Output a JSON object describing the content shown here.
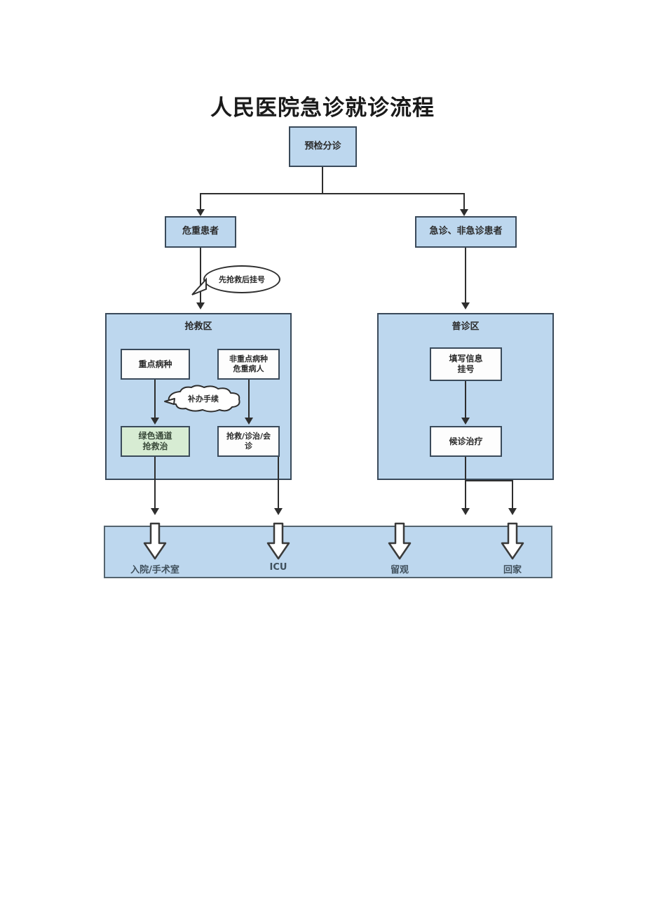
{
  "page": {
    "title": "人民医院急诊就诊流程",
    "background": "#ffffff"
  },
  "colors": {
    "box_blue": "#bdd7ee",
    "box_green": "#d7ecd3",
    "box_white": "#fdfdfd",
    "border": "#3a4a5a",
    "line": "#2e2e2e"
  },
  "chart_data": {
    "type": "diagram",
    "title": "人民医院急诊就诊流程",
    "nodes": [
      {
        "id": "triage",
        "label": "预检分诊",
        "fill": "#bdd7ee"
      },
      {
        "id": "critical",
        "label": "危重患者",
        "fill": "#bdd7ee"
      },
      {
        "id": "general",
        "label": "急诊、非急诊患者",
        "fill": "#bdd7ee"
      },
      {
        "id": "zone_rescue",
        "label": "抢救区",
        "fill": "#bdd7ee"
      },
      {
        "id": "zone_clinic",
        "label": "普诊区",
        "fill": "#bdd7ee"
      },
      {
        "id": "key_disease",
        "label": "重点病种",
        "fill": "#fdfdfd"
      },
      {
        "id": "nonkey_critical",
        "label": "非重点病种\n危重病人",
        "fill": "#fdfdfd"
      },
      {
        "id": "green_channel",
        "label": "绿色通道\n抢救治",
        "fill": "#d7ecd3"
      },
      {
        "id": "rescue_treat",
        "label": "抢救/诊治/会\n诊",
        "fill": "#fdfdfd"
      },
      {
        "id": "register",
        "label": "填写信息\n挂号",
        "fill": "#fdfdfd"
      },
      {
        "id": "wait_treat",
        "label": "候诊治疗",
        "fill": "#fdfdfd"
      }
    ],
    "callouts": [
      {
        "id": "callout_first_rescue",
        "label": "先抢救后挂号",
        "shape": "oval"
      },
      {
        "id": "callout_formalities",
        "label": "补办手续",
        "shape": "cloud"
      }
    ],
    "outcomes": [
      "入院/手术室",
      "ICU",
      "留观",
      "回家"
    ],
    "edges": [
      {
        "from": "triage",
        "to": "critical"
      },
      {
        "from": "triage",
        "to": "general"
      },
      {
        "from": "critical",
        "to": "zone_rescue"
      },
      {
        "from": "general",
        "to": "zone_clinic"
      },
      {
        "from": "key_disease",
        "to": "green_channel"
      },
      {
        "from": "nonkey_critical",
        "to": "rescue_treat"
      },
      {
        "from": "register",
        "to": "wait_treat"
      },
      {
        "from": "green_channel",
        "to": "入院/手术室"
      },
      {
        "from": "rescue_treat",
        "to": "ICU"
      },
      {
        "from": "wait_treat",
        "to": "留观"
      }
    ]
  },
  "nodes": {
    "triage": "预检分诊",
    "critical": "危重患者",
    "general": "急诊、非急诊患者",
    "zone_rescue_title": "抢救区",
    "zone_clinic_title": "普诊区",
    "key_disease": "重点病种",
    "nonkey_critical": "非重点病种\n危重病人",
    "green_channel": "绿色通道\n抢救治",
    "rescue_treat": "抢救/诊治/会\n诊",
    "register": "填写信息\n挂号",
    "wait_treat": "候诊治疗"
  },
  "callouts": {
    "first_rescue": "先抢救后挂号",
    "formalities": "补办手续"
  },
  "outcomes": {
    "admission": "入院/手术室",
    "icu": "ICU",
    "observation": "留观",
    "home": "回家"
  }
}
